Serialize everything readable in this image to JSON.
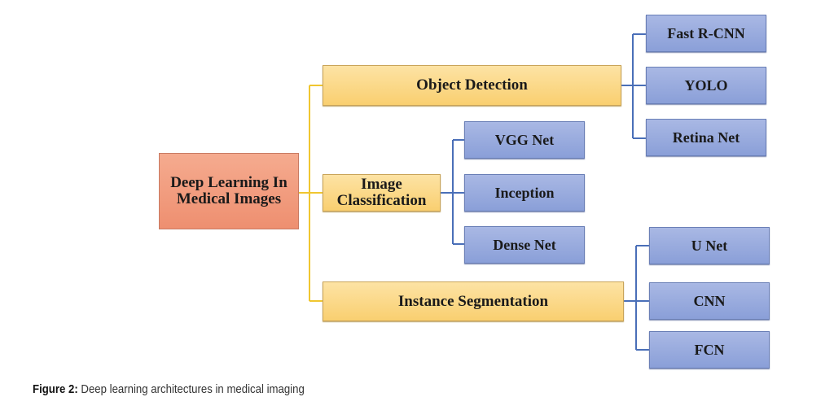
{
  "diagram": {
    "root": {
      "label_line1": "Deep Learning In",
      "label_line2": "Medical Images"
    },
    "categories": [
      {
        "label": "Object Detection",
        "children": [
          "Fast R-CNN",
          "YOLO",
          "Retina Net"
        ]
      },
      {
        "label_line1": "Image",
        "label_line2": "Classification",
        "children": [
          "VGG Net",
          "Inception",
          "Dense Net"
        ]
      },
      {
        "label": "Instance Segmentation",
        "children": [
          "U Net",
          "CNN",
          "FCN"
        ]
      }
    ],
    "colors": {
      "root": "#ee8f70",
      "category": "#f9cf70",
      "leaf": "#8a9fd8",
      "root_connector": "#f0c630",
      "leaf_connector": "#4a6fb8"
    }
  },
  "caption": {
    "label": "Figure 2:",
    "text": " Deep learning architectures in medical imaging"
  }
}
